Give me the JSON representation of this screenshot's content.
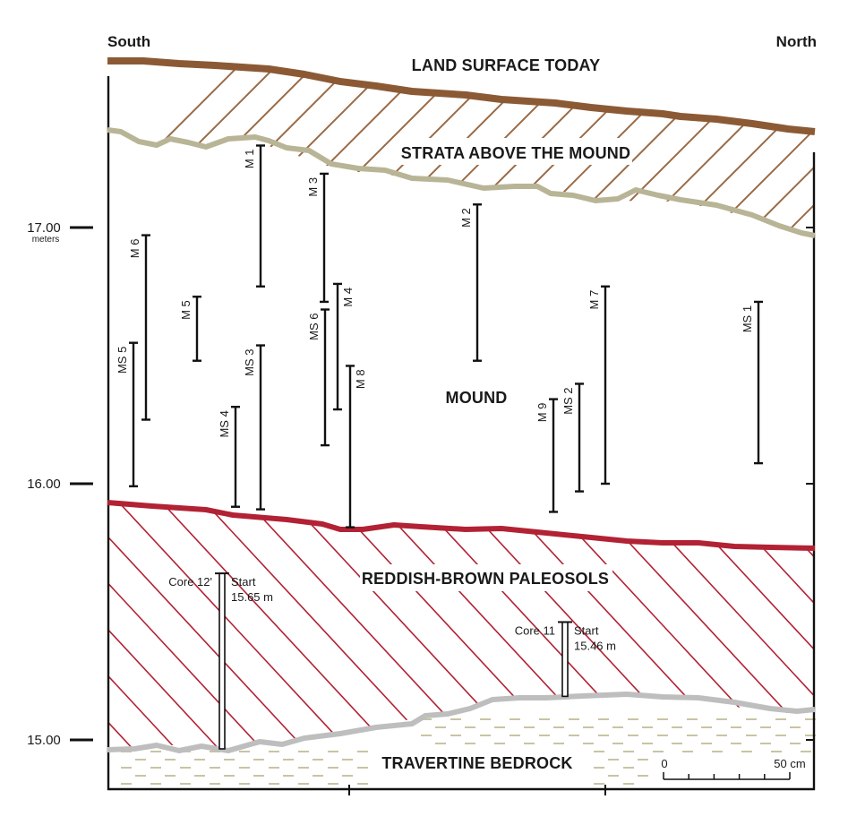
{
  "directions": {
    "left": "South",
    "right": "North"
  },
  "layers": {
    "land_surface": "LAND SURFACE TODAY",
    "strata_above": "STRATA ABOVE THE MOUND",
    "mound": "MOUND",
    "paleosols": "REDDISH-BROWN PALEOSOLS",
    "bedrock": "TRAVERTINE BEDROCK"
  },
  "elevation_axis": {
    "unit": "meters",
    "ticks": [
      {
        "label": "17.00",
        "value": 17.0
      },
      {
        "label": "16.00",
        "value": 16.0
      },
      {
        "label": "15.00",
        "value": 15.0
      }
    ]
  },
  "samples": [
    {
      "label": "M 1",
      "top": 17.32,
      "bottom": 16.77
    },
    {
      "label": "M 3",
      "top": 17.21,
      "bottom": 16.71
    },
    {
      "label": "M 2",
      "top": 17.09,
      "bottom": 16.48
    },
    {
      "label": "M 6",
      "top": 16.97,
      "bottom": 16.25
    },
    {
      "label": "M 5",
      "top": 16.73,
      "bottom": 16.48
    },
    {
      "label": "M 4",
      "top": 16.78,
      "bottom": 16.29
    },
    {
      "label": "MS 6",
      "top": 16.68,
      "bottom": 16.15
    },
    {
      "label": "M 7",
      "top": 16.77,
      "bottom": 16.0
    },
    {
      "label": "MS 1",
      "top": 16.71,
      "bottom": 16.08
    },
    {
      "label": "MS 5",
      "top": 16.55,
      "bottom": 15.99
    },
    {
      "label": "MS 3",
      "top": 16.54,
      "bottom": 15.9
    },
    {
      "label": "M 8",
      "top": 16.46,
      "bottom": 15.83
    },
    {
      "label": "MS 4",
      "top": 16.3,
      "bottom": 15.91
    },
    {
      "label": "MS 2",
      "top": 16.39,
      "bottom": 15.97
    },
    {
      "label": "M 9",
      "top": 16.33,
      "bottom": 15.89
    }
  ],
  "cores": [
    {
      "label": "Core 12'",
      "start_line1": "Start",
      "start_line2": "15.65 m",
      "top": 15.65,
      "bottom": 15.0
    },
    {
      "label": "Core 11",
      "start_line1": "Start",
      "start_line2": "15.46 m",
      "top": 15.46,
      "bottom": 15.17
    }
  ],
  "scale_bar": {
    "start_label": "0",
    "end_label": "50 cm"
  },
  "colors": {
    "land_surface": "#8B5A35",
    "strata_top": "#B8B596",
    "paleosol": "#B22234",
    "bedrock_line": "#BEBEBE",
    "bedrock_dash": "#C8C4A2",
    "frame": "#111111"
  }
}
